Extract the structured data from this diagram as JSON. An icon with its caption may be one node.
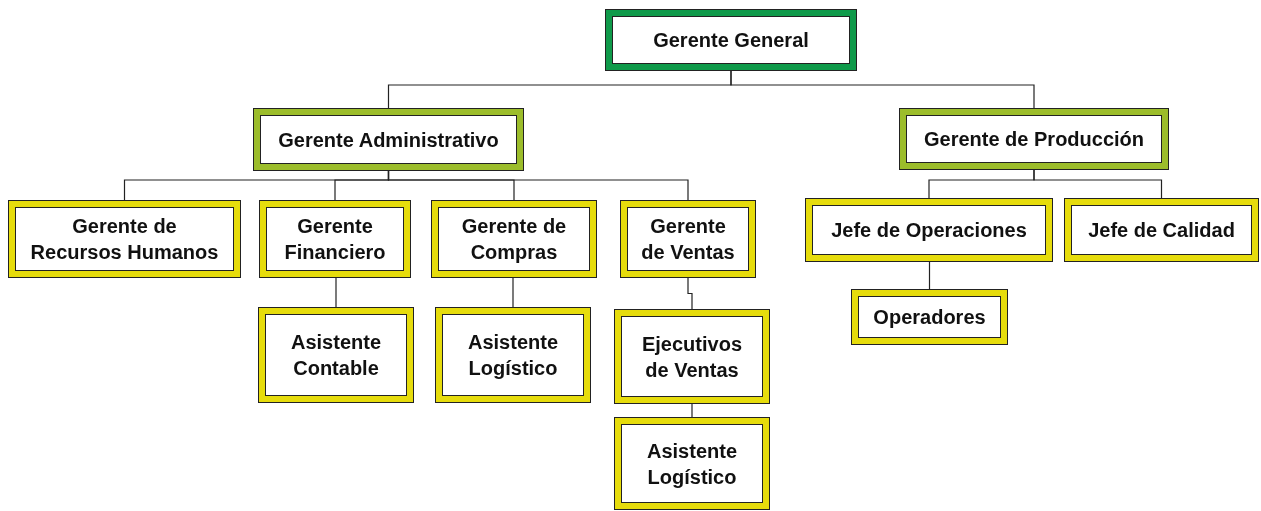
{
  "diagram": {
    "nodes": [
      {
        "text": [
          "Gerente General"
        ]
      },
      {
        "text": [
          "Gerente Administrativo"
        ]
      },
      {
        "text": [
          "Gerente de Producción"
        ]
      },
      {
        "text": [
          "Gerente de Recursos Humanos"
        ]
      },
      {
        "text": [
          "Gerente Financiero"
        ]
      },
      {
        "text": [
          "Gerente de Compras"
        ]
      },
      {
        "text": [
          "Gerente de Ventas"
        ]
      },
      {
        "text": [
          "Jefe de Operaciones"
        ]
      },
      {
        "text": [
          "Jefe de Calidad"
        ]
      },
      {
        "text": [
          "Asistente Contable"
        ]
      },
      {
        "text": [
          "Asistente Logístico"
        ]
      },
      {
        "text": [
          "Ejecutivos de Ventas"
        ]
      },
      {
        "text": [
          "Asistente Logístico"
        ]
      },
      {
        "text": [
          "Operadores"
        ]
      }
    ],
    "edges": [
      {
        "from": 0,
        "to": 1,
        "arrow": "none"
      },
      {
        "from": 0,
        "to": 2,
        "arrow": "none"
      },
      {
        "from": 1,
        "to": 3,
        "arrow": "none"
      },
      {
        "from": 1,
        "to": 4,
        "arrow": "none"
      },
      {
        "from": 1,
        "to": 5,
        "arrow": "none"
      },
      {
        "from": 1,
        "to": 6,
        "arrow": "none"
      },
      {
        "from": 2,
        "to": 7,
        "arrow": "none"
      },
      {
        "from": 2,
        "to": 8,
        "arrow": "none"
      },
      {
        "from": 4,
        "to": 9,
        "arrow": "none"
      },
      {
        "from": 5,
        "to": 10,
        "arrow": "none"
      },
      {
        "from": 6,
        "to": 11,
        "arrow": "none"
      },
      {
        "from": 11,
        "to": 12,
        "arrow": "none"
      },
      {
        "from": 7,
        "to": 13,
        "arrow": "none"
      }
    ]
  }
}
